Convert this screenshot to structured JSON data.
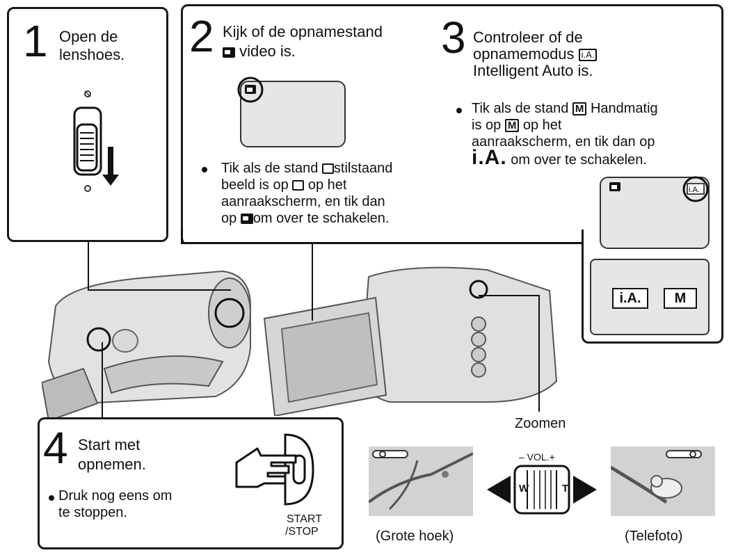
{
  "step1": {
    "number": "1",
    "text_line1": "Open de",
    "text_line2": "lenshoes."
  },
  "step2": {
    "number": "2",
    "heading_line1": "Kijk of de opnamestand",
    "heading_line2": "video is.",
    "bullet_line1": "Tik als de stand",
    "bullet_line1b": "stilstaand",
    "bullet_line2": "beeld is op",
    "bullet_line2b": "op het",
    "bullet_line3": "aanraakscherm, en tik dan",
    "bullet_line4a": "op",
    "bullet_line4b": "om over te schakelen."
  },
  "step3": {
    "number": "3",
    "heading_line1": "Controleer of de",
    "heading_line2": "opnamemodus",
    "heading_line3": "Intelligent Auto is.",
    "bullet_line1a": "Tik als de stand",
    "bullet_line1b": "Handmatig",
    "bullet_line2a": "is op",
    "bullet_line2b": "op het",
    "bullet_line3": "aanraakscherm, en tik dan op",
    "bullet_line4a": "i.A.",
    "bullet_line4b": "om over te schakelen.",
    "btn_ia": "i.A.",
    "btn_m": "M",
    "icon_ia": "i.A.",
    "icon_m": "M"
  },
  "step4": {
    "number": "4",
    "heading_line1": "Start met",
    "heading_line2": "opnemen.",
    "bullet_line1": "Druk nog eens om",
    "bullet_line2": "te stoppen.",
    "button_line1": "START",
    "button_line2": "/STOP"
  },
  "zoom": {
    "label": "Zoomen",
    "vol_label": "– VOL.+",
    "w": "W",
    "t": "T",
    "wide_caption": "(Grote hoek)",
    "tele_caption": "(Telefoto)"
  }
}
